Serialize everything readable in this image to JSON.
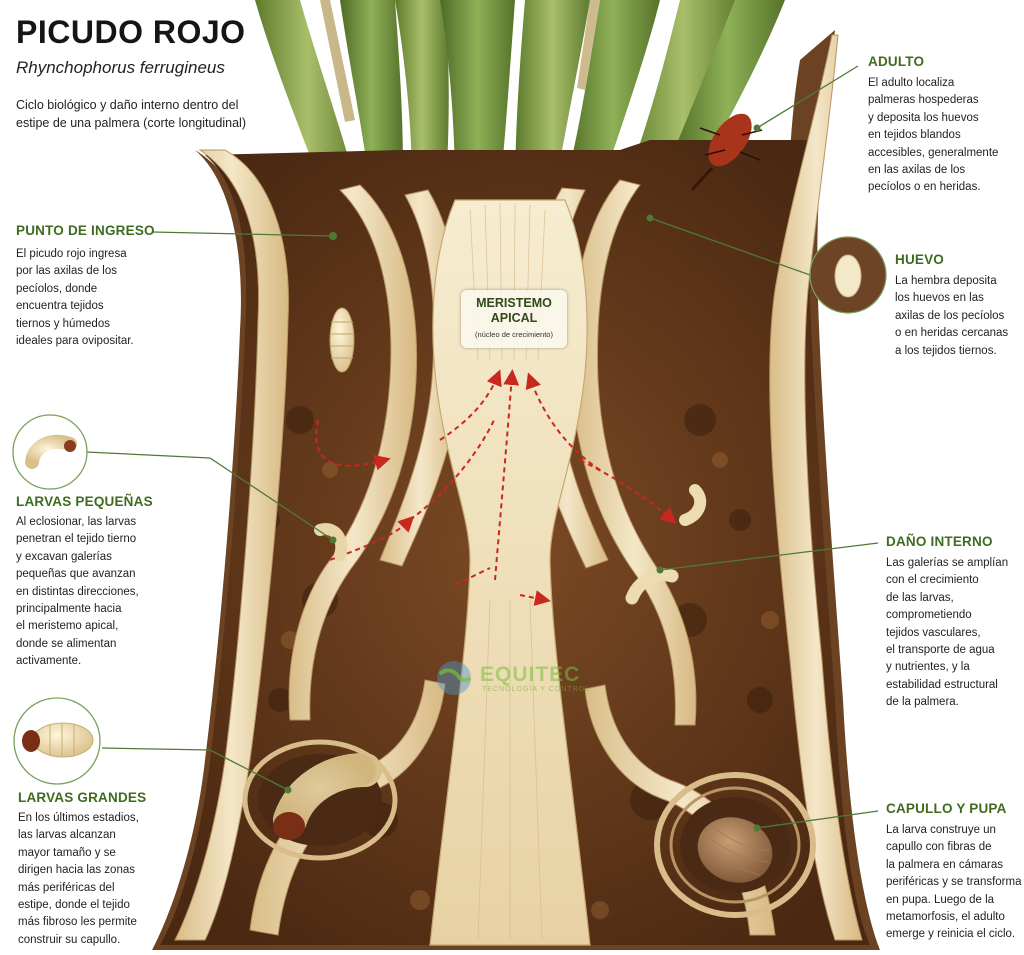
{
  "header": {
    "title": "PICUDO ROJO",
    "scientific_name": "Rhynchophorus ferrugineus",
    "intro": "Ciclo biológico y daño interno dentro del estipe de una palmera (corte longitudinal)"
  },
  "center_label": {
    "title": "MERISTEMO APICAL",
    "subtitle": "(núcleo de crecimiento)"
  },
  "watermark": {
    "name": "EQUITEC",
    "tagline": "TECNOLOGÍA Y CONTROL"
  },
  "stages": {
    "punto_ingreso": {
      "title": "PUNTO DE INGRESO",
      "text": "El picudo rojo ingresa\npor las axilas de los\npecíolos, donde\nencuentra tejidos\ntiernos y húmedos\nideales para ovipositar."
    },
    "larvas_pequenas": {
      "title": "LARVAS PEQUEÑAS",
      "text": "Al eclosionar, las larvas\npenetran el tejido tierno\ny excavan galerías\npequeñas que avanzan\nen distintas direcciones,\nprincipalmente hacia\nel meristemo apical,\ndonde se alimentan\nactivamente."
    },
    "larvas_grandes": {
      "title": "LARVAS GRANDES",
      "text": "En los últimos estadios,\nlas larvas alcanzan\nmayor tamaño y se\ndirigen hacia las zonas\nmás periféricas del\nestipe, donde el tejido\nmás fibroso les permite\nconstruir su capullo."
    },
    "adulto": {
      "title": "ADULTO",
      "text": "El adulto localiza\npalmeras hospederas\ny deposita los huevos\nen tejidos blandos\naccesibles, generalmente\nen las axilas de los\npecíolos o en heridas."
    },
    "huevo": {
      "title": "HUEVO",
      "text": "La hembra deposita\nlos huevos en las\naxilas de los pecíolos\no en heridas cercanas\na los tejidos tiernos."
    },
    "dano_interno": {
      "title": "DAÑO INTERNO",
      "text": "Las galerías se amplían\ncon el crecimiento\nde las larvas,\ncomprometiendo\ntejidos vasculares,\nel transporte de agua\ny nutrientes, y la\nestabilidad estructural\nde la palmera."
    },
    "capullo_pupa": {
      "title": "CAPULLO Y PUPA",
      "text": "La larva construye un\ncapullo con fibras de\nla palmera en cámaras\nperiféricas y se transforma\nen pupa. Luego de la\nmetamorfosis, el adulto\nemerge y reinicia el ciclo."
    }
  },
  "colors": {
    "heading_green": "#3f6b1f",
    "leader_line": "#4f7a35",
    "tissue_cream": "#e9d3a8",
    "tissue_light": "#f3e6c6",
    "soil_dark": "#5a3219",
    "soil_mid": "#7c4a24",
    "leaf_green": "#7d9a45",
    "arrow_red": "#c8281e",
    "beetle_red": "#a8341b",
    "larva_cream": "#efe0b9",
    "larva_head": "#7a2e16"
  },
  "icons": {
    "adult": "weevil-icon",
    "egg": "egg-icon",
    "small_larva": "small-larva-icon",
    "large_larva": "large-larva-icon",
    "pupa": "cocoon-icon"
  }
}
